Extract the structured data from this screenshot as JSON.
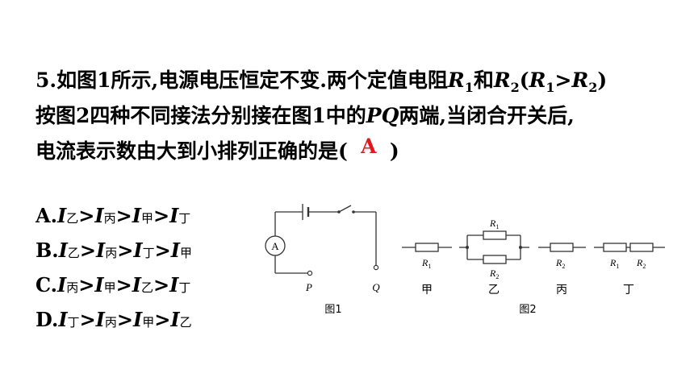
{
  "question": {
    "number": "5.",
    "line1_a": "如图1所示,电源电压恒定不变.两个定值电阻",
    "r1": "R",
    "r1_sub": "1",
    "and": "和",
    "r2": "R",
    "r2_sub": "2",
    "paren_open": "(",
    "cmp_r1": "R",
    "cmp_r1_sub": "1",
    "gt": ">",
    "cmp_r2": "R",
    "cmp_r2_sub": "2",
    "paren_close": ")",
    "line2_a": "按图2四种不同接法分别接在图1中的",
    "pq": "PQ",
    "line2_b": "两端,当闭合开关后,",
    "line3": "电流表示数由大到小排列正确的是(",
    "answer": "A",
    "line3_end": ")"
  },
  "options": [
    {
      "letter": "A.",
      "order": [
        "乙",
        "丙",
        "甲",
        "丁"
      ]
    },
    {
      "letter": "B.",
      "order": [
        "乙",
        "丙",
        "丁",
        "甲"
      ]
    },
    {
      "letter": "C.",
      "order": [
        "丙",
        "甲",
        "乙",
        "丁"
      ]
    },
    {
      "letter": "D.",
      "order": [
        "丁",
        "丙",
        "甲",
        "乙"
      ]
    }
  ],
  "current_symbol": "I",
  "gt_symbol": ">",
  "figure1": {
    "ammeter": "A",
    "p": "P",
    "q": "Q",
    "caption": "图1"
  },
  "figure2": {
    "caption": "图2",
    "jia": {
      "label": "甲",
      "resistor": "R",
      "sub": "1"
    },
    "yi": {
      "label": "乙",
      "top": "R",
      "top_sub": "1",
      "bottom": "R",
      "bottom_sub": "2"
    },
    "bing": {
      "label": "丙",
      "resistor": "R",
      "sub": "2"
    },
    "ding": {
      "label": "丁",
      "first": "R",
      "first_sub": "1",
      "second": "R",
      "second_sub": "2"
    }
  },
  "colors": {
    "answer": "#e8161b",
    "text": "#000000",
    "line": "#333333"
  }
}
